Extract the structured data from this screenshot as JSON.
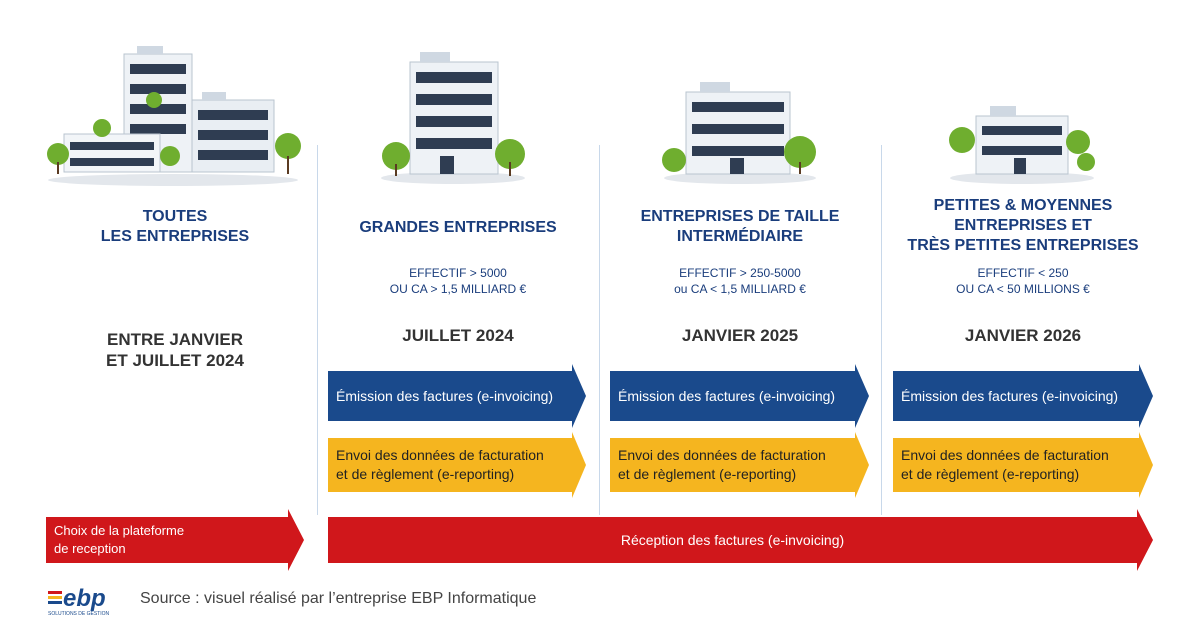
{
  "columns": [
    {
      "title": "TOUTES\nLES ENTREPRISES",
      "criteria_1": "",
      "criteria_2": "",
      "date": "ENTRE JANVIER\nET JUILLET 2024"
    },
    {
      "title": "GRANDES ENTREPRISES",
      "criteria_1": "EFFECTIF > 5000",
      "criteria_2": "OU CA > 1,5 MILLIARD €",
      "date": "JUILLET 2024"
    },
    {
      "title": "ENTREPRISES DE TAILLE\nINTERMÉDIAIRE",
      "criteria_1": "EFFECTIF > 250-5000",
      "criteria_2": "ou CA < 1,5 MILLIARD €",
      "date": "JANVIER 2025"
    },
    {
      "title": "PETITES & MOYENNES\nENTREPRISES ET\nTRÈS PETITES ENTREPRISES",
      "criteria_1": "EFFECTIF < 250",
      "criteria_2": "OU CA < 50 MILLIONS €",
      "date": "JANVIER 2026"
    }
  ],
  "arrows": {
    "emission": "Émission des factures (e-invoicing)",
    "envoi": "Envoi des données de facturation\net de règlement (e-reporting)",
    "choix": "Choix de la plateforme\nde reception",
    "reception": "Réception des factures (e-invoicing)"
  },
  "footer": {
    "logo": "ebp",
    "logo_tagline": "SOLUTIONS DE GESTION",
    "source": "Source : visuel réalisé par l’entreprise EBP Informatique"
  },
  "colors": {
    "navy": "#1a3d7c",
    "blue_arrow": "#1a4a8c",
    "yellow_arrow": "#f5b51f",
    "red_arrow": "#d0171b"
  }
}
